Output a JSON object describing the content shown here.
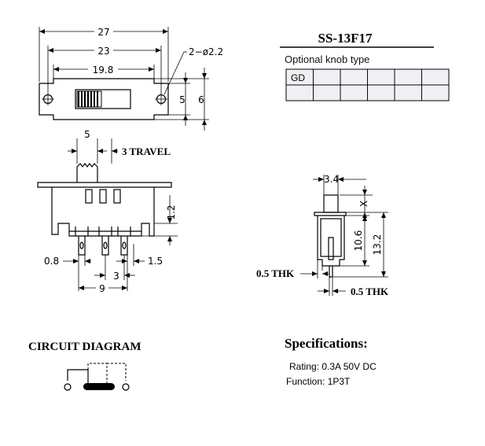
{
  "model": "SS-13F17",
  "knob": {
    "label": "Optional knob type",
    "cells_row1": [
      "GD",
      "",
      "",
      "",
      "",
      ""
    ],
    "cells_row2": [
      "",
      "",
      "",
      "",
      "",
      ""
    ]
  },
  "top_view": {
    "overall_length": "27",
    "hole_spacing": "23",
    "slot_length": "19.8",
    "holes": "2−ø2.2",
    "height_inner": "5",
    "height_outer": "6"
  },
  "front_view": {
    "knob_width": "5",
    "travel": "3 TRAVEL",
    "terminal_height": "1.2",
    "pin_width": "0.8",
    "pin_offset": "1.5",
    "pin_pitch": "3",
    "pin_span": "9"
  },
  "side_view": {
    "knob_depth": "3.4",
    "knob_height": "X",
    "body_height": "10.6",
    "total_height": "13.2",
    "thk_left": "0.5 THK",
    "thk_right": "0.5 THK"
  },
  "circuit": {
    "title": "CIRCUIT DIAGRAM"
  },
  "specs": {
    "title": "Specifications:",
    "rating": "Rating: 0.3A 50V DC",
    "function": "Function: 1P3T"
  }
}
